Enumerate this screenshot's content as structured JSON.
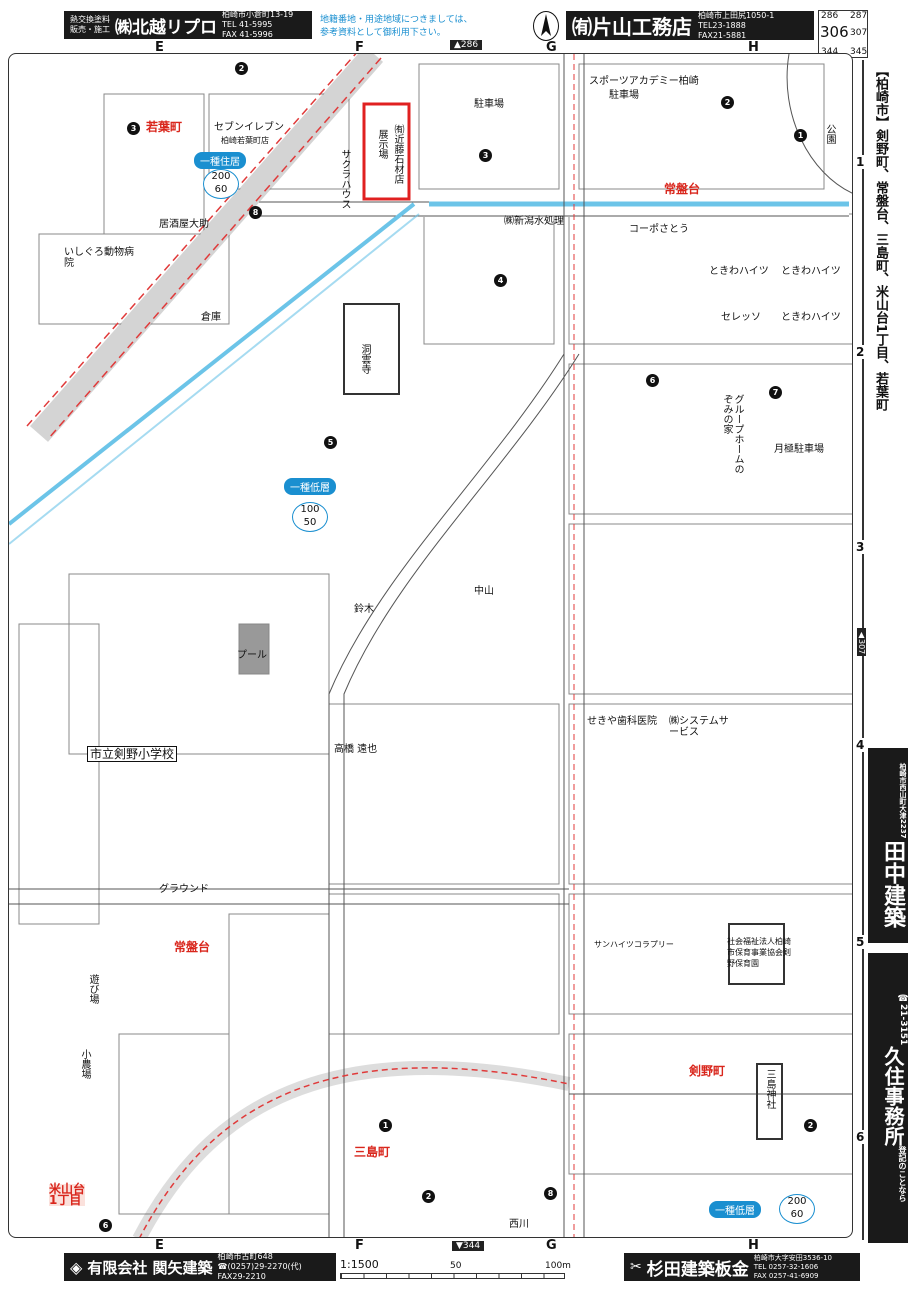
{
  "header": {
    "ad_left": {
      "tag1": "熱交換塗料",
      "tag2": "販売・施工",
      "name": "㈱北越リプロ",
      "address": "柏崎市小倉町13-19",
      "tel": "TEL 41-5995",
      "fax": "FAX 41-5996"
    },
    "note_line1": "地籍番地・用途地域につきましては、",
    "note_line2": "参考資料として御利用下さい。",
    "north_label": "N",
    "ad_right": {
      "name": "㈲片山工務店",
      "address": "柏崎市上田尻1050-1",
      "tel": "TEL23-1888",
      "fax": "FAX21-5881"
    },
    "page_index": {
      "current": "306",
      "top_left": "286",
      "top_right": "287",
      "right": "307",
      "bottom_left": "344",
      "bottom_right": "345"
    }
  },
  "grid": {
    "columns": [
      "E",
      "F",
      "G",
      "H"
    ],
    "rows": [
      "1",
      "2",
      "3",
      "4",
      "5",
      "6"
    ],
    "adjacent_top": "▲286",
    "adjacent_bottom": "▼344",
    "adjacent_right": "▲307"
  },
  "side_panel": {
    "area_title": "【柏崎市】剣野町、常盤台、三島町、米山台1丁目、若葉町"
  },
  "zones": [
    {
      "label": "一種住居",
      "ratio_top": "200",
      "ratio_bottom": "60"
    },
    {
      "label": "一種低層",
      "ratio_top": "100",
      "ratio_bottom": "50"
    },
    {
      "label": "一種低層",
      "ratio_top": "200",
      "ratio_bottom": "60"
    }
  ],
  "areas": {
    "wakaba": "若葉町",
    "tokiwadai_top": "常盤台",
    "tokiwadai_mid": "常盤台",
    "kenya": "剣野町",
    "mishima": "三島町",
    "yoneyama": "米山台\n1丁目"
  },
  "labels": {
    "seven": "セブンイレブン",
    "seven_sub": "柏崎若葉町店",
    "kondo_shop": "㈲近藤石材店",
    "kondo_show": "展示場",
    "sakura": "サクラハウス",
    "sports": "スポーツアカデミー柏崎",
    "sports_parking": "駐車場",
    "parking1": "駐車場",
    "park": "公園",
    "ishiguro": "いしぐろ動物病院",
    "izakaya": "居酒屋大助",
    "shinkata": "㈱新潟水処理",
    "kobo": "コーポさとう",
    "tokiwa1": "ときわハイツ",
    "tokiwa2": "ときわハイツ",
    "selesso": "セレッソ",
    "tokiwa3": "ときわハイツ",
    "group_home": "グループホームのぞみの家",
    "tsukigaki": "月極駐車場",
    "temple": "洞雲寺",
    "pool": "プール",
    "school": "市立剣野小学校",
    "ground": "グラウンド",
    "asobiba": "遊び場",
    "shounouen": "小農場",
    "clinic": "せきや歯科医院",
    "bitsystem": "㈱システムサービス",
    "sunhights": "サンハイツコラプリー",
    "hoikuen": "社会福祉法人柏崎市保育事業協会剣野保育園",
    "mishima_jinja": "三島神社",
    "nishikawa": "西川",
    "souko": "倉庫",
    "suzuki": "鈴木",
    "nakayama": "中山",
    "takahashi": "高橋 遠也"
  },
  "numbers": [
    "1",
    "2",
    "3",
    "4",
    "5",
    "6",
    "7",
    "8"
  ],
  "footer": {
    "ad_left": {
      "name": "有限会社 関矢建築",
      "address": "柏崎市古町648",
      "tel": "☎(0257)29-2270(代)",
      "fax": "FAX29-2210"
    },
    "scale": "1:1500",
    "scale_mid": "50",
    "scale_end": "100m",
    "ad_right": {
      "name": "杉田建築板金",
      "address": "柏崎市大字安田3536-10",
      "tel": "TEL 0257-32-1606",
      "fax": "FAX 0257-41-6909"
    }
  },
  "side_ads": {
    "tanaka": "田中建築",
    "tanaka_info": "柏崎市西山町大津2237",
    "kuzumi_top": "登記のことなら",
    "kuzumi": "久住事務所",
    "kuzumi_tel": "☎21-3151"
  }
}
